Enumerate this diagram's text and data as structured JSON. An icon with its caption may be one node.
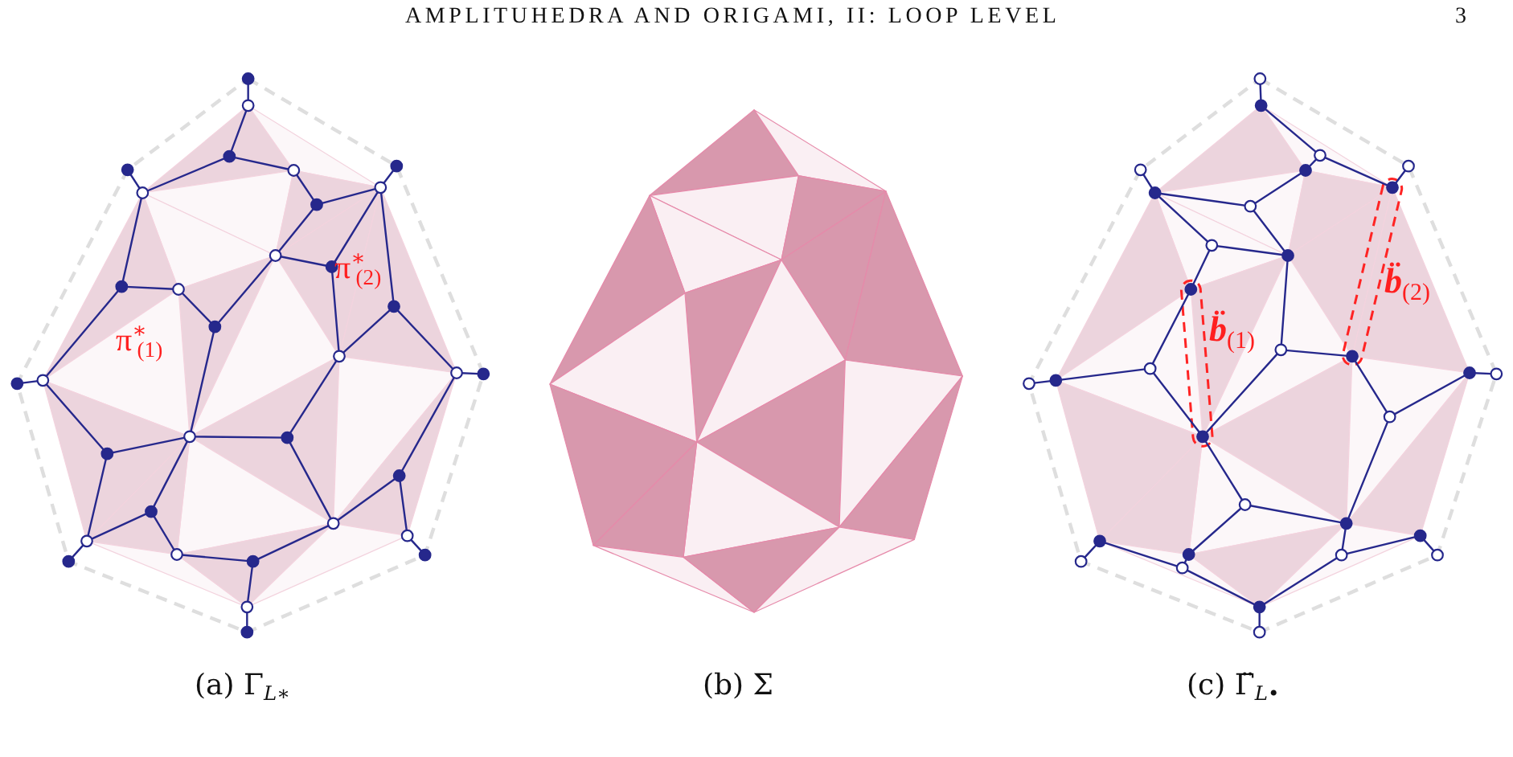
{
  "diagram": {
    "labels": [
      "AMPLITUHEDRA AND ORIGAMI, II: LOOP LEVEL",
      "3",
      "π$^{∗}$$_{(2)}$",
      "π$^{∗}$$_{(1)}$",
      "**b̈**$_{(1)}$",
      "**b̈**$_{(2)}$",
      "(a) Γ$_{L∗}$",
      "(b) Σ",
      "(c) Γ̈$_{L•}$"
    ]
  }
}
